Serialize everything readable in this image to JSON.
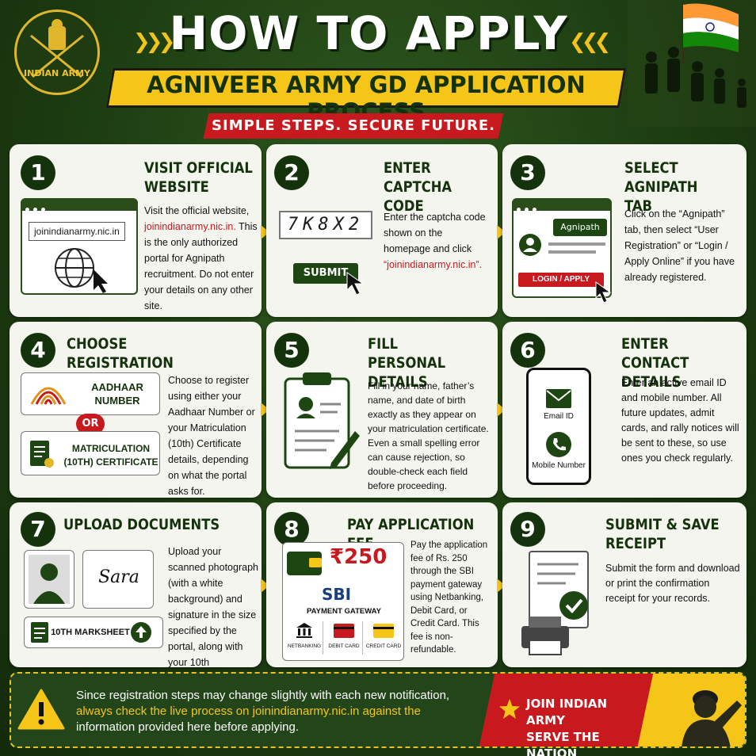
{
  "header": {
    "emblem_label": "INDIAN ARMY",
    "title": "HOW TO APPLY",
    "subtitle": "AGNIVEER ARMY GD APPLICATION PROCESS",
    "tagline": "SIMPLE STEPS. SECURE FUTURE."
  },
  "steps": [
    {
      "number": "1",
      "title_line1": "VISIT OFFICIAL",
      "title_line2": "WEBSITE",
      "url_box": "joinindianarmy.nic.in",
      "body_a": "Visit the official website,",
      "body_link": "joinindianarmy.nic.in.",
      "body_b": "This is the only authorized portal for Agnipath recruitment. Do not enter your details on any other site."
    },
    {
      "number": "2",
      "title_line1": "ENTER CAPTCHA",
      "title_line2": "CODE",
      "captcha": "7K8X2",
      "submit_label": "SUBMIT",
      "body_a": "Enter the captcha code shown on the homepage and click",
      "body_link": "“joinindianarmy.nic.in”."
    },
    {
      "number": "3",
      "title_line1": "SELECT AGNIPATH",
      "title_line2": "TAB",
      "tab_label": "Agnipath",
      "login_label": "LOGIN / APPLY ONLINE",
      "body": "Click on the “Agnipath” tab, then select “User Registration” or “Login / Apply Online” if you have already registered."
    },
    {
      "number": "4",
      "title_line1": "CHOOSE REGISTRATION",
      "title_line2": "TYPE",
      "option1_line1": "AADHAAR",
      "option1_line2": "NUMBER",
      "or_label": "OR",
      "option2_line1": "MATRICULATION",
      "option2_line2": "(10TH) CERTIFICATE",
      "body": "Choose to register using either your Aadhaar Number or your Matriculation (10th) Certificate details, depending on what the portal asks for."
    },
    {
      "number": "5",
      "title_line1": "FILL PERSONAL",
      "title_line2": "DETAILS",
      "body": "Fill in your name, father’s name, and date of birth exactly as they appear on your matriculation certificate. Even a small spelling error can cause rejection, so double-check each field before proceeding."
    },
    {
      "number": "6",
      "title_line1": "ENTER CONTACT",
      "title_line2": "DETAILS",
      "email_label": "Email ID",
      "mobile_label": "Mobile Number",
      "body": "Enter an active email ID and mobile number. All future updates, admit cards, and rally notices will be sent to these, so use ones you check regularly."
    },
    {
      "number": "7",
      "title_line1": "UPLOAD DOCUMENTS",
      "marksheet_label": "10TH MARKSHEET",
      "signature_text": "Sara",
      "body": "Upload your scanned photograph (with a white background) and signature in the size specified by the portal, along with your 10th marksheet."
    },
    {
      "number": "8",
      "title_line1": "PAY APPLICATION FEE",
      "fee": "₹250",
      "bank": "SBI",
      "gateway_label": "PAYMENT GATEWAY",
      "methods": [
        "NETBANKING",
        "DEBIT CARD",
        "CREDIT CARD"
      ],
      "body": "Pay the application fee of Rs. 250 through the SBI payment gateway using Netbanking, Debit Card, or Credit Card. This fee is non-refundable."
    },
    {
      "number": "9",
      "title_line1": "SUBMIT & SAVE",
      "title_line2": "RECEIPT",
      "body": "Submit the form and download or print the confirmation receipt for your records."
    }
  ],
  "footer": {
    "warn_a": "Since registration steps may change slightly with each new notification,",
    "warn_highlight": "always check the live process on joinindianarmy.nic.in against the",
    "warn_b": "information provided here before applying.",
    "cta_line1": "JOIN INDIAN ARMY",
    "cta_line2": "SERVE THE NATION"
  },
  "colors": {
    "army_green": "#14320b",
    "background_green": "#1d3d12",
    "yellow": "#f5c518",
    "red": "#c8191f",
    "card": "#f4f5ef"
  },
  "icons": [
    "emblem-icon",
    "globe-icon",
    "cursor-icon",
    "user-icon",
    "fingerprint-icon",
    "certificate-icon",
    "clipboard-icon",
    "pen-icon",
    "phone-icon",
    "mail-icon",
    "call-icon",
    "photo-icon",
    "signature-icon",
    "upload-icon",
    "wallet-icon",
    "bank-icon",
    "card-icon",
    "document-icon",
    "check-icon",
    "printer-icon",
    "warning-icon",
    "star-icon",
    "soldier-salute-icon",
    "flag-icon"
  ]
}
